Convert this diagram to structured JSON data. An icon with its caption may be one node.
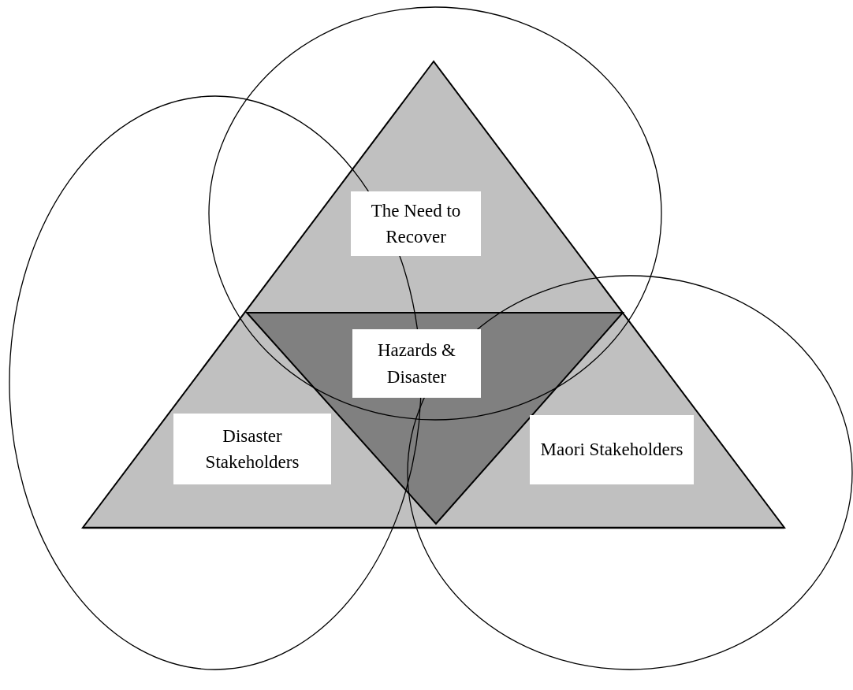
{
  "diagram": {
    "nodes": [
      {
        "text": [
          "The Need to Recover"
        ]
      },
      {
        "text": [
          "Hazards & Disaster"
        ]
      },
      {
        "text": [
          "Disaster Stakeholders"
        ]
      },
      {
        "text": [
          "Maori Stakeholders"
        ]
      }
    ]
  }
}
